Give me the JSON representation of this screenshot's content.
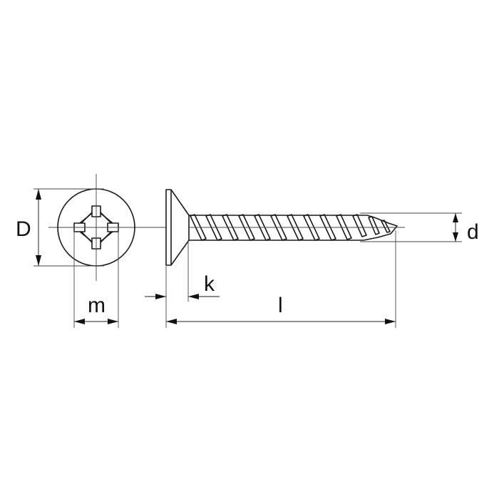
{
  "drawing": {
    "subject": "Countersunk head self-tapping screw with cross recess",
    "views": [
      "head-top-view",
      "side-view"
    ],
    "labels": {
      "head_diameter": "D",
      "recess_width": "m",
      "head_height": "k",
      "length": "l",
      "thread_diameter": "d"
    },
    "colors": {
      "line": "#1a1a1a",
      "centerline": "#444444",
      "background": "#ffffff"
    }
  }
}
